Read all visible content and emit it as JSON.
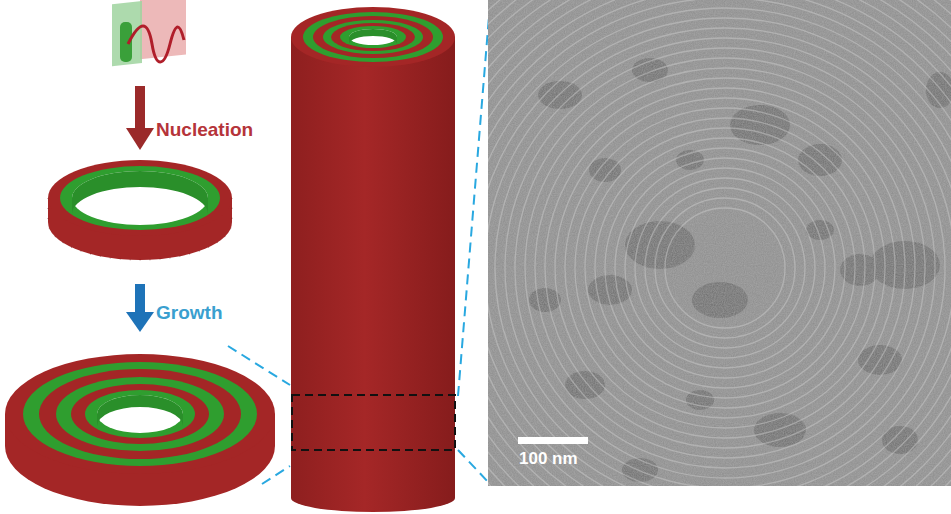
{
  "diagram": {
    "labels": [
      "Nucleation",
      "Growth",
      "100 nm"
    ]
  }
}
